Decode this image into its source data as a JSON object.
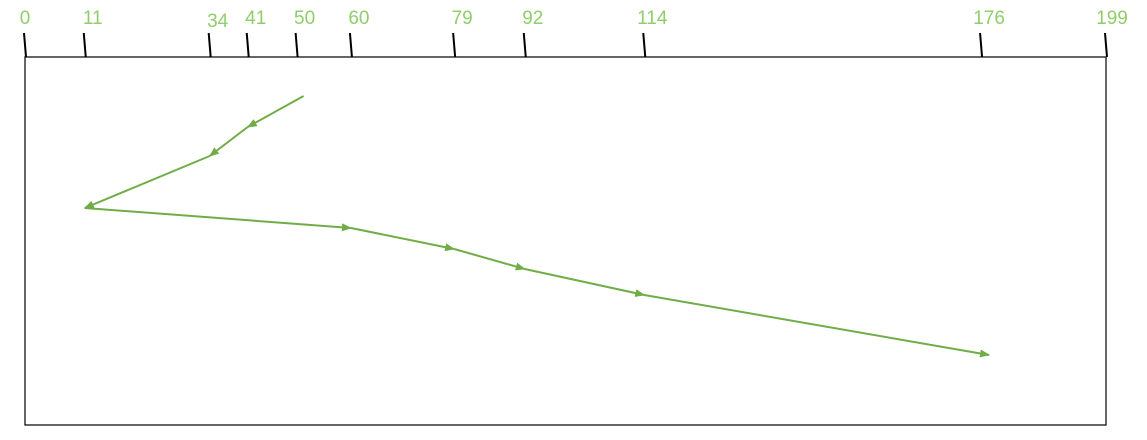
{
  "diagram": {
    "type": "disk-scheduling-seek-path",
    "axis": {
      "min": 0,
      "max": 199,
      "ticks": [
        0,
        11,
        34,
        41,
        50,
        60,
        79,
        92,
        114,
        176,
        199
      ]
    },
    "sequence": [
      50,
      41,
      34,
      11,
      60,
      79,
      92,
      114,
      176
    ],
    "colors": {
      "path": "#70ad47",
      "labels": "#8fce6a",
      "frame": "#000000",
      "background": "#ffffff"
    }
  }
}
